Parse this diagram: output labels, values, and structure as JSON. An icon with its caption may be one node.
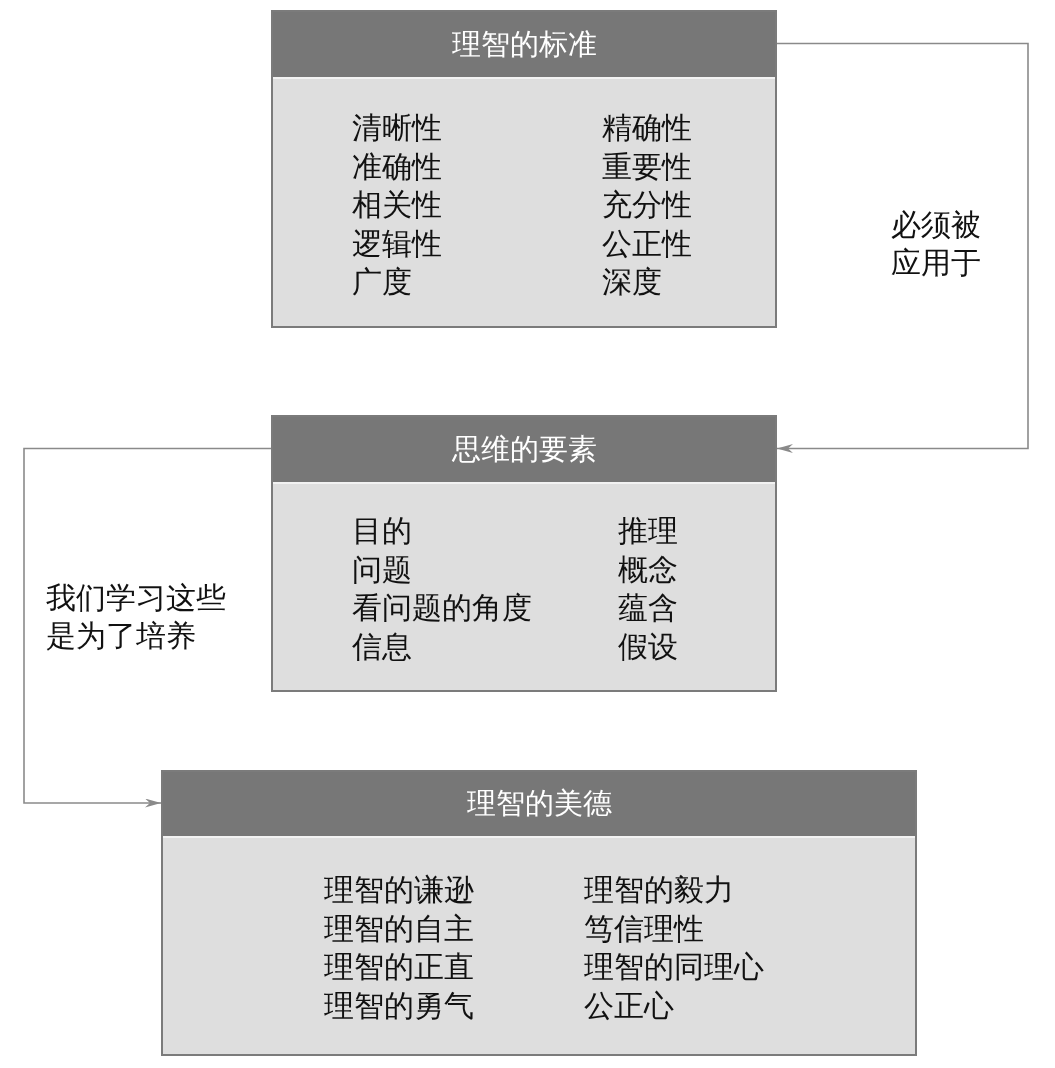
{
  "diagram": {
    "nodes": [
      {
        "text": [
          "理智的标准",
          "清晰性",
          "准确性",
          "相关性",
          "逻辑性",
          "广度",
          "精确性",
          "重要性",
          "充分性",
          "公正性",
          "深度"
        ]
      },
      {
        "text": [
          "思维的要素",
          "目的",
          "问题",
          "看问题的角度",
          "信息",
          "推理",
          "概念",
          "蕴含",
          "假设"
        ]
      },
      {
        "text": [
          "理智的美德",
          "理智的谦逊",
          "理智的自主",
          "理智的正直",
          "理智的勇气",
          "理智的毅力",
          "笃信理性",
          "理智的同理心",
          "公正心"
        ]
      }
    ],
    "edges": [
      {
        "from": 0,
        "to": 1,
        "arrow": "to",
        "label": "必须被应用于"
      },
      {
        "from": 1,
        "to": 2,
        "arrow": "to",
        "label": "我们学习这些是为了培养"
      }
    ]
  }
}
